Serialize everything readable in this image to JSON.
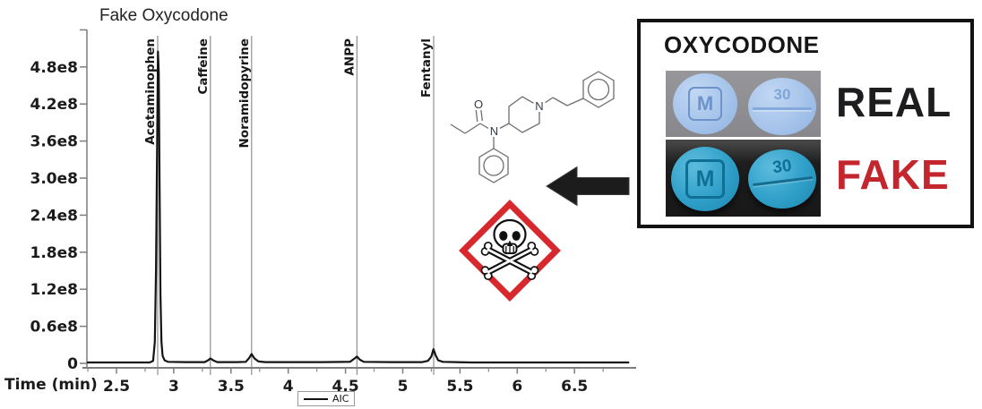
{
  "chart_data": {
    "type": "line",
    "title": "Fake Oxycodone",
    "xlabel": "Time (min)",
    "ylabel": "",
    "xlim": [
      2.25,
      7.0
    ],
    "ylim_e8": [
      0,
      5.4
    ],
    "grid": false,
    "legend": [
      "AIC"
    ],
    "legend_position": "bottom",
    "x_ticks": [
      {
        "label": "2.5",
        "value": 2.5
      },
      {
        "label": "3",
        "value": 3
      },
      {
        "label": "3.5",
        "value": 3.5
      },
      {
        "label": "4",
        "value": 4
      },
      {
        "label": "4.5",
        "value": 4.5
      },
      {
        "label": "5",
        "value": 5
      },
      {
        "label": "5.5",
        "value": 5.5
      },
      {
        "label": "6",
        "value": 6
      },
      {
        "label": "6.5",
        "value": 6.5
      }
    ],
    "y_ticks": [
      {
        "label": "0",
        "value": 0
      },
      {
        "label": "0.6e8",
        "value": 0.6
      },
      {
        "label": "1.2e8",
        "value": 1.2
      },
      {
        "label": "1.8e8",
        "value": 1.8
      },
      {
        "label": "2.4e8",
        "value": 2.4
      },
      {
        "label": "3.0e8",
        "value": 3.0
      },
      {
        "label": "3.6e8",
        "value": 3.6
      },
      {
        "label": "4.2e8",
        "value": 4.2
      },
      {
        "label": "4.8e8",
        "value": 4.8
      }
    ],
    "peak_annotations": [
      {
        "compound": "Acetaminophen",
        "rt_min": 2.86,
        "peak_height_e8": 5.05
      },
      {
        "compound": "Caffeine",
        "rt_min": 3.32,
        "peak_height_e8": 0.08
      },
      {
        "compound": "Noramidopyrine",
        "rt_min": 3.68,
        "peak_height_e8": 0.15
      },
      {
        "compound": "ANPP",
        "rt_min": 4.6,
        "peak_height_e8": 0.11
      },
      {
        "compound": "Fentanyl",
        "rt_min": 5.27,
        "peak_height_e8": 0.23
      }
    ],
    "series": [
      {
        "name": "AIC",
        "points_t_v_e8": [
          [
            2.25,
            0.015
          ],
          [
            2.79,
            0.015
          ],
          [
            2.82,
            0.04
          ],
          [
            2.835,
            0.35
          ],
          [
            2.845,
            1.5
          ],
          [
            2.855,
            3.6
          ],
          [
            2.862,
            5.05
          ],
          [
            2.869,
            4.7
          ],
          [
            2.876,
            2.9
          ],
          [
            2.884,
            1.1
          ],
          [
            2.893,
            0.35
          ],
          [
            2.903,
            0.12
          ],
          [
            2.92,
            0.05
          ],
          [
            2.95,
            0.025
          ],
          [
            3.1,
            0.02
          ],
          [
            3.27,
            0.02
          ],
          [
            3.3,
            0.05
          ],
          [
            3.32,
            0.08
          ],
          [
            3.345,
            0.05
          ],
          [
            3.38,
            0.02
          ],
          [
            3.55,
            0.02
          ],
          [
            3.63,
            0.025
          ],
          [
            3.66,
            0.09
          ],
          [
            3.68,
            0.15
          ],
          [
            3.705,
            0.08
          ],
          [
            3.74,
            0.03
          ],
          [
            3.8,
            0.02
          ],
          [
            4.3,
            0.02
          ],
          [
            4.54,
            0.025
          ],
          [
            4.58,
            0.08
          ],
          [
            4.6,
            0.11
          ],
          [
            4.625,
            0.06
          ],
          [
            4.66,
            0.025
          ],
          [
            4.9,
            0.02
          ],
          [
            5.17,
            0.02
          ],
          [
            5.22,
            0.04
          ],
          [
            5.25,
            0.11
          ],
          [
            5.268,
            0.23
          ],
          [
            5.287,
            0.13
          ],
          [
            5.31,
            0.05
          ],
          [
            5.35,
            0.025
          ],
          [
            5.6,
            0.015
          ],
          [
            6.2,
            0.015
          ],
          [
            6.97,
            0.015
          ]
        ]
      }
    ]
  },
  "molecule": {
    "atom_labels": {
      "carbonyl_o": "O",
      "amide_n": "N",
      "piperidine_n": "N"
    }
  },
  "comparison_panel": {
    "title": "OXYCODONE",
    "rows": [
      {
        "label": "REAL",
        "label_color": "#1d1d1f",
        "pills": [
          {
            "imprint": "M"
          },
          {
            "imprint": "30"
          }
        ]
      },
      {
        "label": "FAKE",
        "label_color": "#c4262e",
        "pills": [
          {
            "imprint": "M"
          },
          {
            "imprint": "30"
          }
        ]
      }
    ]
  },
  "colors": {
    "fake_label_red": "#c4262e",
    "ghs_border_red": "#d7282e",
    "real_label_black": "#1d1d1f",
    "real_pill_blue": "#a6c4ea",
    "fake_pill_teal": "#2f9fc9"
  }
}
